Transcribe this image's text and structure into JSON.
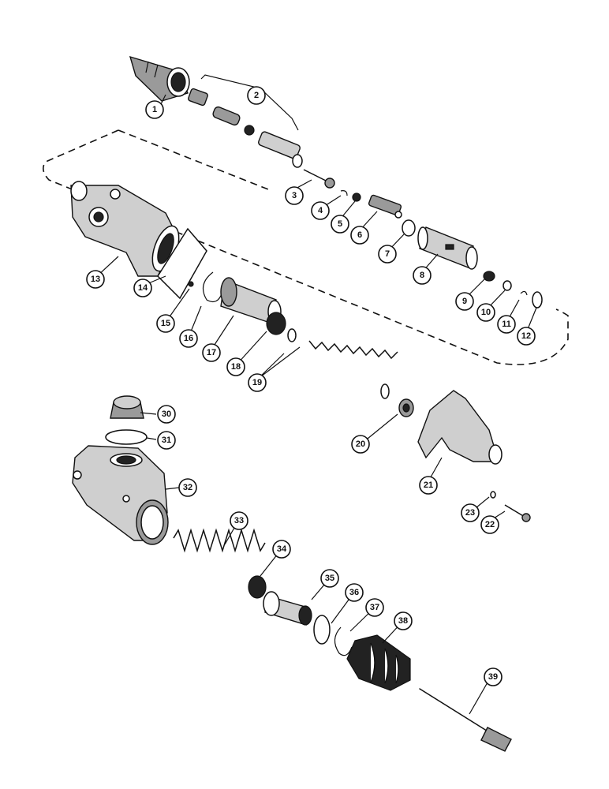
{
  "diagram": {
    "callouts": [
      {
        "id": "1"
      },
      {
        "id": "2"
      },
      {
        "id": "3"
      },
      {
        "id": "4"
      },
      {
        "id": "5"
      },
      {
        "id": "6"
      },
      {
        "id": "7"
      },
      {
        "id": "8"
      },
      {
        "id": "9"
      },
      {
        "id": "10"
      },
      {
        "id": "11"
      },
      {
        "id": "12"
      },
      {
        "id": "13"
      },
      {
        "id": "14"
      },
      {
        "id": "15"
      },
      {
        "id": "16"
      },
      {
        "id": "17"
      },
      {
        "id": "18"
      },
      {
        "id": "19"
      },
      {
        "id": "20"
      },
      {
        "id": "21"
      },
      {
        "id": "22"
      },
      {
        "id": "23"
      },
      {
        "id": "30"
      },
      {
        "id": "31"
      },
      {
        "id": "32"
      },
      {
        "id": "33"
      },
      {
        "id": "34"
      },
      {
        "id": "35"
      },
      {
        "id": "36"
      },
      {
        "id": "37"
      },
      {
        "id": "38"
      },
      {
        "id": "39"
      }
    ]
  }
}
